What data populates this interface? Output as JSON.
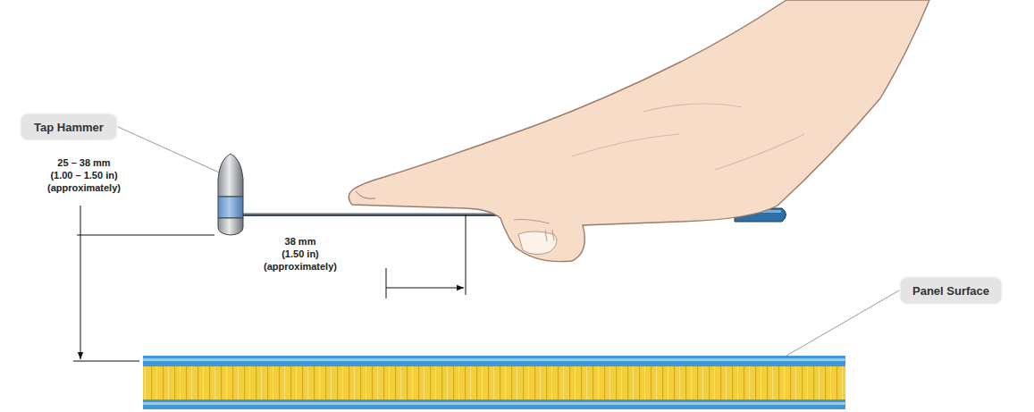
{
  "diagram": {
    "nodes": [
      {
        "text": [
          "Tap Hammer"
        ]
      },
      {
        "text": [
          "Panel Surface"
        ]
      }
    ],
    "labels": [
      "25 – 38 mm",
      "(1.00 – 1.50 in)",
      "(approximately)",
      "38 mm",
      "(1.50 in)",
      "(approximately)"
    ]
  }
}
